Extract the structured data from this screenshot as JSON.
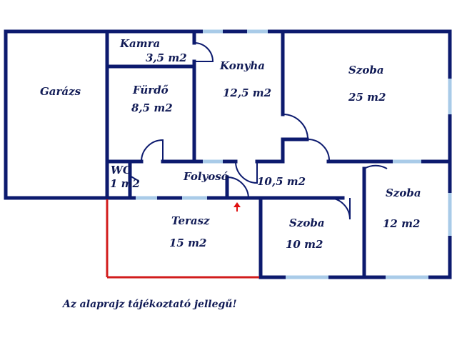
{
  "rooms": {
    "garazs": {
      "name": "Garázs"
    },
    "kamra": {
      "name": "Kamra",
      "area": "3,5 m2"
    },
    "furdo": {
      "name": "Fürdő",
      "area": "8,5 m2"
    },
    "konyha": {
      "name": "Konyha",
      "area": "12,5 m2"
    },
    "szoba_large": {
      "name": "Szoba",
      "area": "25 m2"
    },
    "wc": {
      "name": "WC",
      "area": "1 m2"
    },
    "folyoso": {
      "name": "Folyosó",
      "area": "10,5 m2"
    },
    "szoba_right": {
      "name": "Szoba",
      "area": "12 m2"
    },
    "terasz": {
      "name": "Terasz",
      "area": "15 m2"
    },
    "szoba_small": {
      "name": "Szoba",
      "area": "10 m2"
    }
  },
  "note": "Az alaprajz tájékoztató jellegű!",
  "colors": {
    "walls": "#0c1a6e",
    "windows": "#a9cbe8",
    "terrace": "#d21c1c",
    "entrance_arrow": "#e01010"
  }
}
